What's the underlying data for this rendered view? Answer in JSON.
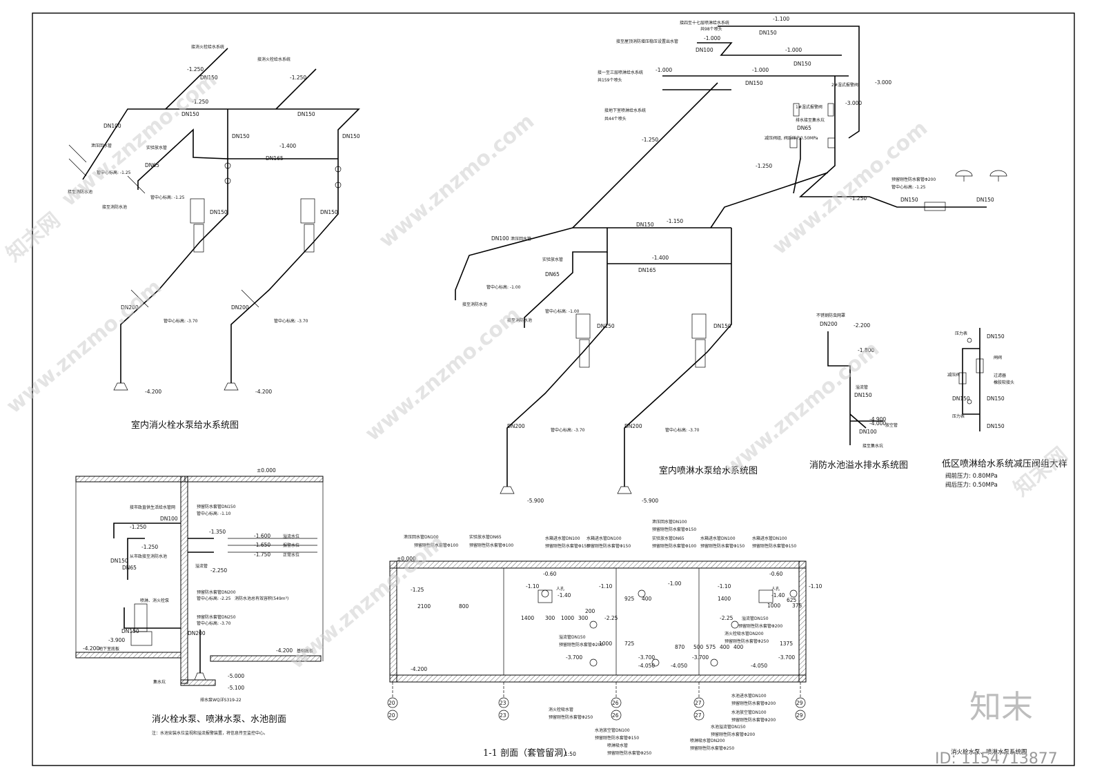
{
  "titles": {
    "hydrant": "室内消火栓水泵给水系统图",
    "sprinkler": "室内喷淋水泵给水系统图",
    "overflow": "消防水池溢水排水系统图",
    "valve": "低区喷淋给水系统减压阀组大样",
    "section_pump": "消火栓水泵、喷淋水泵、水池剖面",
    "section_11": "1-1 剖面（套管留洞）",
    "section_11_scale": "1:50",
    "sheet": "消火栓水泵、喷淋水泵系统图"
  },
  "valve_notes": {
    "pre": "阀前压力: 0.80MPa",
    "post": "阀后压力: 0.50MPa"
  },
  "notes": {
    "pump_note": "注：水池安装水位监视和溢流报警装置，将信息传至监控中心。"
  },
  "watermark": {
    "site": "www.znzmo.com",
    "brand": "知末网",
    "logo": "知末",
    "id": "ID: 1154713877"
  },
  "hydrant": {
    "lbl_top1": "接消火栓给水系统",
    "lbl_top2": "接消火栓给水系统",
    "lbl_pressure": "泄压回水管",
    "lbl_test": "实验放水管",
    "lbl_pool": "接至消防水池",
    "lbl_pool2": "接至消防水池",
    "lbl_center1": "管中心标高: -1.25",
    "lbl_center2": "管中心标高: -1.25",
    "lbl_center3": "管中心标高: -3.70",
    "lbl_center4": "管中心标高: -3.70",
    "dn150": "DN150",
    "dn100": "DN100",
    "dn65": "DN65",
    "dn165": "DN165",
    "dn200": "DN200",
    "el_1250": "-1.250",
    "el_1400": "-1.400",
    "el_4200": "-4.200"
  },
  "sprinkler": {
    "lbl_a": "接四至十七层喷淋给水系统",
    "lbl_a2": "共98个喷头",
    "lbl_b": "接至屋顶消防增压稳压设置出水管",
    "lbl_c": "接一至三层喷淋给水系统",
    "lbl_c2": "共159个喷头",
    "lbl_d": "接地下室喷淋给水系统",
    "lbl_d2": "共44个喷头",
    "lbl_alarm2": "2#湿式报警阀",
    "lbl_alarm1": "1#湿式报警阀",
    "lbl_drain": "排水接至集水坑",
    "lbl_prv": "减压阀组, 阀后压力0.50MPa",
    "lbl_sleeve": "预留刚性防水套管Φ200",
    "lbl_center": "管中心标高: -1.25",
    "lbl_pressure": "泄压回水管",
    "lbl_test": "实验放水管",
    "lbl_pool": "接至消防水池",
    "lbl_pool2": "接至消防水池",
    "lbl_c1": "管中心标高: -1.00",
    "lbl_c2b": "管中心标高: -1.00",
    "lbl_c3": "管中心标高: -3.70",
    "lbl_c4": "管中心标高: -3.70",
    "el_1100": "-1.100",
    "el_1000": "-1.000",
    "el_3000": "-3.000",
    "el_1150": "-1.150",
    "el_1250": "-1.250",
    "el_1400": "-1.400",
    "el_5900": "-5.900",
    "dn150": "DN150",
    "dn100": "DN100",
    "dn65": "DN65",
    "dn165": "DN165",
    "dn200": "DN200"
  },
  "overflow": {
    "lbl_cap": "不锈钢防虫网罩",
    "lbl_overflow": "溢流管",
    "lbl_empty": "放空管",
    "lbl_pit": "接至集水坑",
    "dn200": "DN200",
    "dn150": "DN150",
    "dn100": "DN100",
    "el_2200": "-2.200",
    "el_1800": "-1.800",
    "el_4900": "-4.900",
    "el_4000": "-4.000"
  },
  "valvegroup": {
    "lbl_gauge1": "压力表",
    "lbl_gauge2": "压力表",
    "lbl_prv": "减压阀",
    "lbl_filter": "过滤器",
    "lbl_joint": "橡胶软接头",
    "lbl_valve": "闸阀",
    "dn150": "DN150"
  },
  "section_pump": {
    "el_0": "±0.000",
    "lbl_city": "接市政直供生活给水管网",
    "dn100": "DN100",
    "lbl_sleeve150": "预留防水套管DN150",
    "lbl_center110": "管中心标高: -1.10",
    "el_1250": "-1.250",
    "el_1350": "-1.350",
    "el_1600": "-1.600",
    "el_1650": "-1.650",
    "el_1750": "-1.750",
    "lbl_w1": "溢流水位",
    "lbl_w2": "报警水位",
    "lbl_w3": "正常水位",
    "lbl_reserve": "消防水池总有效容积(549m³)",
    "el_2250": "-2.250",
    "lbl_overflow": "溢流管",
    "lbl_sleeve200": "预留防水套管DN200",
    "lbl_center225": "管中心标高: -2.25",
    "lbl_sleeve250": "预留防水套管DN250",
    "lbl_center370": "管中心标高: -3.70",
    "lbl_pump": "喷淋、消火栓泵",
    "lbl_supply": "从市政接至消防水池",
    "dn150": "DN150",
    "dn65": "DN65",
    "dn200": "DN200",
    "el_3900": "-3.900",
    "el_4200": "-4.200",
    "lbl_floor": "地下室底板",
    "el_4200b": "-4.200",
    "lbl_floor2": "基础底板",
    "el_5000": "-5.000",
    "el_5100": "-5.100",
    "lbl_pit": "集水坑",
    "lbl_pitpump": "排水泵WQ详S319-22"
  },
  "section_11": {
    "el_0": "±0.000",
    "el_125": "-1.25",
    "el_420": "-4.200",
    "d2100": "2100",
    "d800": "800",
    "d1400": "1400",
    "d300": "300",
    "d1000": "1000",
    "d300b": "300",
    "d200": "200",
    "d925": "925",
    "d400": "400",
    "d1400b": "1400",
    "d1000b": "1000",
    "d375": "375",
    "d1000c": "1000",
    "d725": "725",
    "d870": "870",
    "d500": "500",
    "d575": "575",
    "d400b": "400",
    "d400c": "400",
    "d1375": "1375",
    "d625": "625",
    "el_110a": "-1.10",
    "el_060a": "-0.60",
    "el_140a": "-1.40",
    "man1": "人孔",
    "el_110b": "-1.10",
    "el_100": "-1.00",
    "el_110c": "-1.10",
    "el_060b": "-0.60",
    "el_140b": "-1.40",
    "man2": "人孔",
    "el_110d": "-1.10",
    "el_225a": "-2.25",
    "el_225b": "-2.25",
    "el_370a": "-3.700",
    "el_370b": "-3.700",
    "el_405a": "-4.050",
    "el_405b": "-4.050",
    "el_370c": "-3.700",
    "el_405c": "-4.050",
    "el_370d": "-3.700",
    "top1a": "泄压回水管DN100",
    "top1b": "预留刚性防水套管Φ100",
    "top2a": "实验放水管DN65",
    "top2b": "预留刚性防水套管Φ100",
    "top3a": "水箱进水管DN100",
    "top3b": "预留刚性防水套管Φ150",
    "top4a": "水箱进水管DN100",
    "top4b": "预留刚性防水套管Φ150",
    "top5a": "泄压回水管DN100",
    "top5b": "预留刚性防水套管Φ150",
    "top6a": "实验放水管DN65",
    "top6b": "预留刚性防水套管Φ100",
    "top7a": "水箱进水管DN100",
    "top7b": "预留刚性防水套管Φ150",
    "top8a": "水箱进水管DN100",
    "top8b": "预留刚性防水套管Φ150",
    "m1a": "溢流管DN150",
    "m1b": "预留刚性防水套管Φ200",
    "m2a": "溢流管DN150",
    "m2b": "预留刚性防水套管Φ200",
    "m3a": "消火栓吸水管DN200",
    "m3b": "预留刚性防水套管Φ250",
    "b1a": "消火栓吸水管",
    "b1b": "预留刚性防水套管Φ250",
    "b2a": "水池放空管DN100",
    "b2b": "预留刚性防水套管Φ150",
    "b3a": "喷淋吸水管",
    "b3b": "预留刚性防水套管Φ250",
    "b4a": "水池进水管DN100",
    "b4b": "预留刚性防水套管Φ200",
    "b5a": "水池放空管DN100",
    "b5b": "预留刚性防水套管Φ200",
    "b6a": "水池溢流管DN150",
    "b6b": "预留刚性防水套管Φ200",
    "b7a": "喷淋吸水管DN200",
    "b7b": "预留刚性防水套管Φ250",
    "axes_top": [
      "20",
      "23",
      "26",
      "27",
      "29"
    ],
    "axes_bot": [
      "20",
      "23",
      "26",
      "27",
      "29"
    ]
  }
}
